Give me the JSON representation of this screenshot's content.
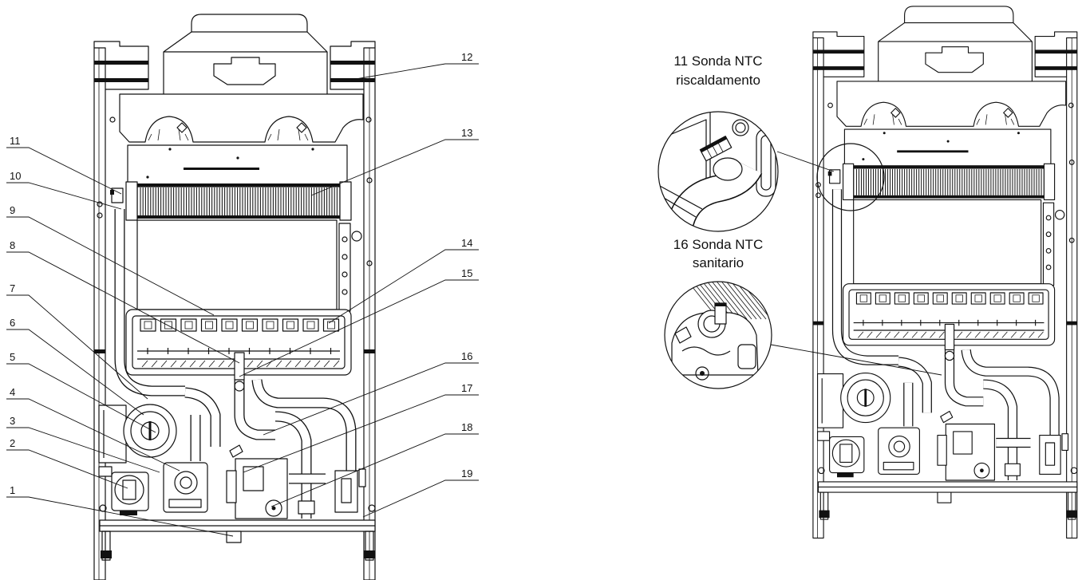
{
  "callouts_left": [
    "11",
    "10",
    "9",
    "8",
    "7",
    "6",
    "5",
    "4",
    "3",
    "2",
    "1"
  ],
  "callouts_right": [
    "12",
    "13",
    "14",
    "15",
    "16",
    "17",
    "18",
    "19"
  ],
  "detail_heating_sensor": {
    "line1": "11 Sonda NTC",
    "line2": "riscaldamento"
  },
  "detail_dhw_sensor": {
    "line1": "16 Sonda NTC",
    "line2": "sanitario"
  }
}
